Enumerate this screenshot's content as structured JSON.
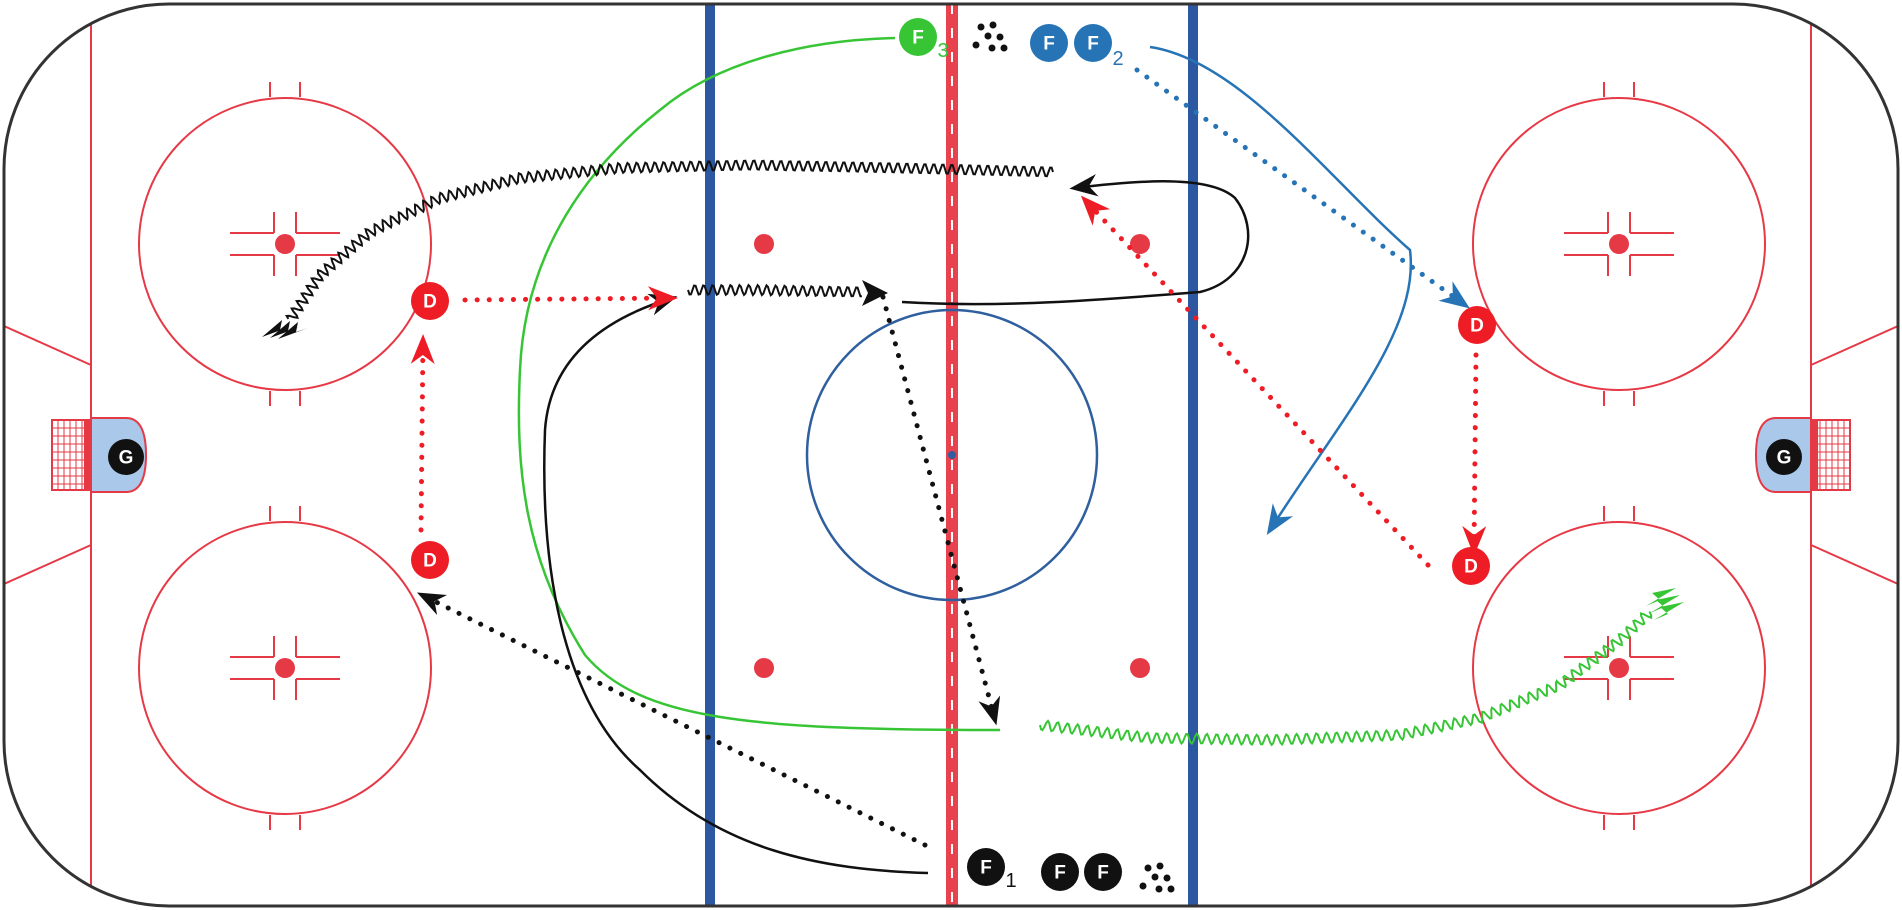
{
  "colors": {
    "red_line": "#e8424e",
    "rink_red": "#e63946",
    "blue_line": "#2b58a1",
    "center_circle": "#2f5f9e",
    "black": "#111111",
    "green": "#37c536",
    "blue_player": "#2673b5",
    "defense_red": "#ee1c24",
    "crease": "#a9c8ea"
  },
  "players": {
    "goalie_left": {
      "label": "G"
    },
    "goalie_right": {
      "label": "G"
    },
    "d_left_top": {
      "label": "D"
    },
    "d_left_bottom": {
      "label": "D"
    },
    "d_right_top": {
      "label": "D"
    },
    "d_right_bottom": {
      "label": "D"
    },
    "f1": {
      "label": "F",
      "sub": "1"
    },
    "f1_line_a": {
      "label": "F"
    },
    "f1_line_b": {
      "label": "F"
    },
    "f2": {
      "label": "F",
      "sub": "2"
    },
    "f2_line": {
      "label": "F"
    },
    "f3": {
      "label": "F",
      "sub": "3"
    }
  },
  "icons": [
    "puck-pile-icon",
    "puck-pile-icon"
  ]
}
